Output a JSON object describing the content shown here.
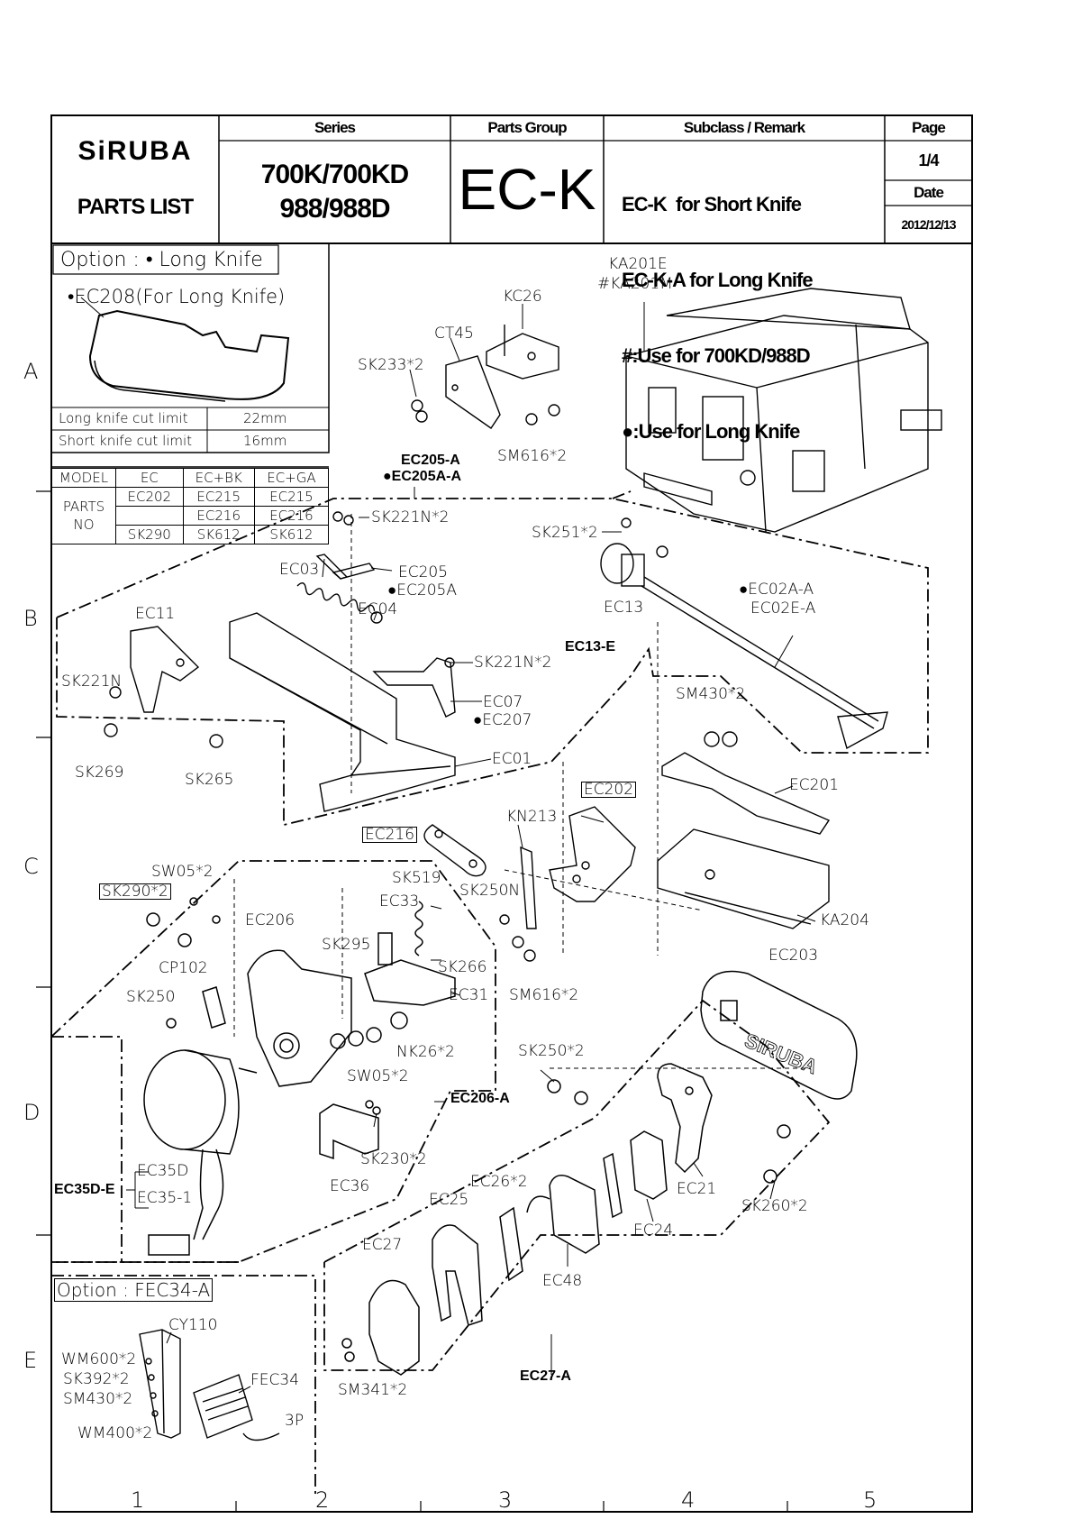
{
  "header": {
    "logo": "SiRUBA",
    "doc_title": "PARTS LIST",
    "series_label": "Series",
    "series_values": [
      "700K/700KD",
      "988/988D"
    ],
    "parts_group_label": "Parts Group",
    "parts_group_value": "EC-K",
    "subclass_label": "Subclass / Remark",
    "remarks": [
      "EC-K  for Short Knife",
      "EC-K-A for Long Knife",
      "#:Use for 700KD/988D",
      "●:Use for Long Knife"
    ],
    "page_label": "Page",
    "page_value": "1/4",
    "date_label": "Date",
    "date_value": "2012/12/13"
  },
  "option_long_knife": {
    "title": "Option : • Long  Knife",
    "part": "•EC208(For  Long  Knife)",
    "limits": [
      {
        "label": "Long  knife  cut  limit",
        "value": "22mm"
      },
      {
        "label": "Short  knife  cut  limit",
        "value": "16mm"
      }
    ]
  },
  "model_table": {
    "headers": [
      "MODEL",
      "EC",
      "EC+BK",
      "EC+GA"
    ],
    "row_label": "PARTS NO",
    "rows": [
      [
        "EC202",
        "EC215",
        "EC215"
      ],
      [
        "",
        "EC216",
        "EC216"
      ],
      [
        "SK290",
        "SK612",
        "SK612"
      ]
    ]
  },
  "option_fec34": {
    "title": "Option : FEC34-A"
  },
  "side_letters": [
    "A",
    "B",
    "C",
    "D",
    "E"
  ],
  "bottom_numbers": [
    "1",
    "2",
    "3",
    "4",
    "5"
  ],
  "labels": {
    "ka201e": "KA201E",
    "ka201m": "#KA201M",
    "kc26": "KC26",
    "ct45": "CT45",
    "sk233": "SK233*2",
    "sm616a": "SM616*2",
    "ec205a_grp": "EC205-A",
    "ec205aa_grp": "●EC205A-A",
    "sk221n2a": "SK221N*2",
    "sk251": "SK251*2",
    "ec03": "EC03",
    "ec205": "EC205",
    "ec205a": "●EC205A",
    "ec04": "EC04",
    "ec11": "EC11",
    "ec13": "EC13",
    "ec13e": "EC13-E",
    "ec02aa": "●EC02A-A",
    "ec02ea": "EC02E-A",
    "sk221n2b": "SK221N*2",
    "sk221n": "SK221N",
    "ec07": "EC07",
    "ec207": "●EC207",
    "sm430a": "SM430*2",
    "sk269": "SK269",
    "sk265": "SK265",
    "ec01": "EC01",
    "ec202": "EC202",
    "ec201": "EC201",
    "ec216": "EC216",
    "kn213": "KN213",
    "sw05a": "SW05*2",
    "sk290": "SK290*2",
    "sk519": "SK519",
    "sk250n": "SK250N",
    "ec33": "EC33",
    "ec206": "EC206",
    "sk295": "SK295",
    "sk266": "SK266",
    "ka204": "KA204",
    "cp102": "CP102",
    "ec31": "EC31",
    "sm616b": "SM616*2",
    "ec203": "EC203",
    "sk250": "SK250",
    "nk26": "NK26*2",
    "sk250x2": "SK250*2",
    "sw05b": "SW05*2",
    "ec206a": "EC206-A",
    "ec35d": "EC35D",
    "ec35de": "EC35D-E",
    "ec351": "EC35-1",
    "sk230": "SK230*2",
    "ec36": "EC36",
    "ec26": "EC26*2",
    "ec25": "EC25",
    "ec21": "EC21",
    "sk260": "SK260*2",
    "ec27": "EC27",
    "ec24": "EC24",
    "ec48": "EC48",
    "cy110": "CY110",
    "wm600": "WM600*2",
    "sk392": "SK392*2",
    "fec34": "FEC34",
    "sm430b": "SM430*2",
    "wm400": "WM400*2",
    "p3": "3P",
    "sm341": "SM341*2",
    "ec27a": "EC27-A"
  }
}
